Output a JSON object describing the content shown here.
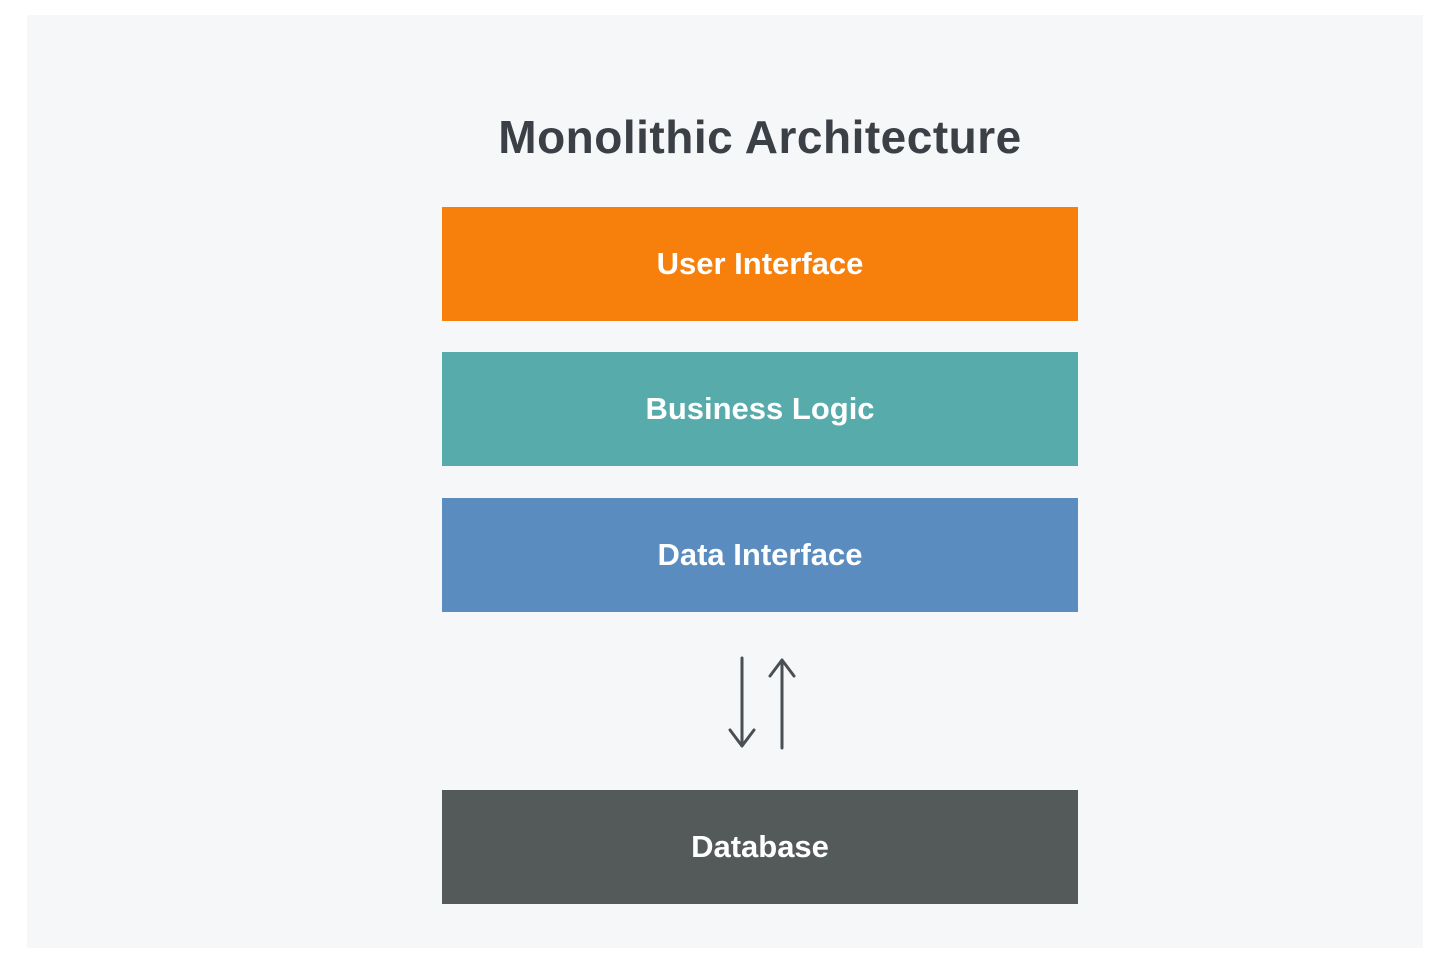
{
  "page": {
    "background_color": "#FFFFFF",
    "canvas_background_color": "#F6F7F9"
  },
  "diagram": {
    "title": "Monolithic Architecture",
    "title_color": "#3A4045",
    "layers": [
      {
        "label": "User Interface",
        "color": "#F7800C",
        "text_color": "#FFFFFF"
      },
      {
        "label": "Business Logic",
        "color": "#58ABAB",
        "text_color": "#FFFFFF"
      },
      {
        "label": "Data Interface",
        "color": "#5A8CBF",
        "text_color": "#FFFFFF"
      }
    ],
    "database": {
      "label": "Database",
      "color": "#545A5A",
      "text_color": "#FFFFFF"
    },
    "arrows": {
      "icons": [
        "arrow-down-icon",
        "arrow-up-icon"
      ],
      "color": "#4A4F54"
    }
  }
}
